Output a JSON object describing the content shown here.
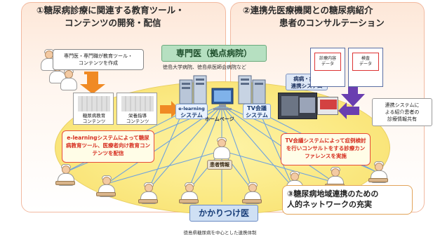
{
  "panels": {
    "left_heading_1": "①糖尿病診療に関連する教育ツール・",
    "left_heading_2": "コンテンツの開発・配信",
    "right_heading_1": "②連携先医療機関との糖尿病紹介",
    "right_heading_2": "患者のコンサルテーション"
  },
  "hub": {
    "title": "専門医（拠点病院）",
    "note": "徳島大学病院、徳島県医師会病院など"
  },
  "bubble": {
    "line_1": "専門医・専門職が教育ツール・",
    "line_2": "コンテンツを作成"
  },
  "systems": {
    "elearning_1": "e-learning",
    "elearning_2": "システム",
    "tv_1": "TV会議",
    "tv_2": "システム",
    "homepage": "ホームページ",
    "renkei_1": "病病・病診",
    "renkei_2": "連携システム"
  },
  "contents_cards": [
    {
      "line_1": "糖尿病教育",
      "line_2": "コンテンツ"
    },
    {
      "line_1": "栄養指導",
      "line_2": "コンテンツ"
    }
  ],
  "callouts": {
    "left": "e-learningシステムによって糖尿病教育ツール、医療者向け教育コンテンツを配信",
    "right": "TV会議システムによって症例検討を行いコンサルトをする診療カンファレンスを実施"
  },
  "doc_frames": [
    {
      "line_1": "診療内容",
      "line_2": "データ"
    },
    {
      "line_1": "検査",
      "line_2": "データ"
    }
  ],
  "right_note": {
    "line_1": "連携システムに",
    "line_2": "よる紹介患者の",
    "line_3": "診療情報共有"
  },
  "patient_label": "患者情報",
  "kakaritsuke": "かかりつけ医",
  "section_3": {
    "line_1": "③糖尿病地域連携のための",
    "line_2": "人的ネットワークの充実"
  },
  "caption": "徳島県糖尿病を中心とした連携体制",
  "colors": {
    "panel_bg": "#fde7d8",
    "ellipse": "#fbe983",
    "callout_border": "#e74c3c",
    "callout_text": "#d62d1f",
    "hub_bg": "#b6e0c1",
    "kakari_bg": "#cfe0f4",
    "network_line": "#6fa3de",
    "arrow_orange": "#f08a24",
    "arrow_purple": "#6a3fb0"
  },
  "icons": [
    "doctor-icon",
    "server-icon",
    "computer-icon",
    "monitor-icon",
    "arrow-icon"
  ]
}
